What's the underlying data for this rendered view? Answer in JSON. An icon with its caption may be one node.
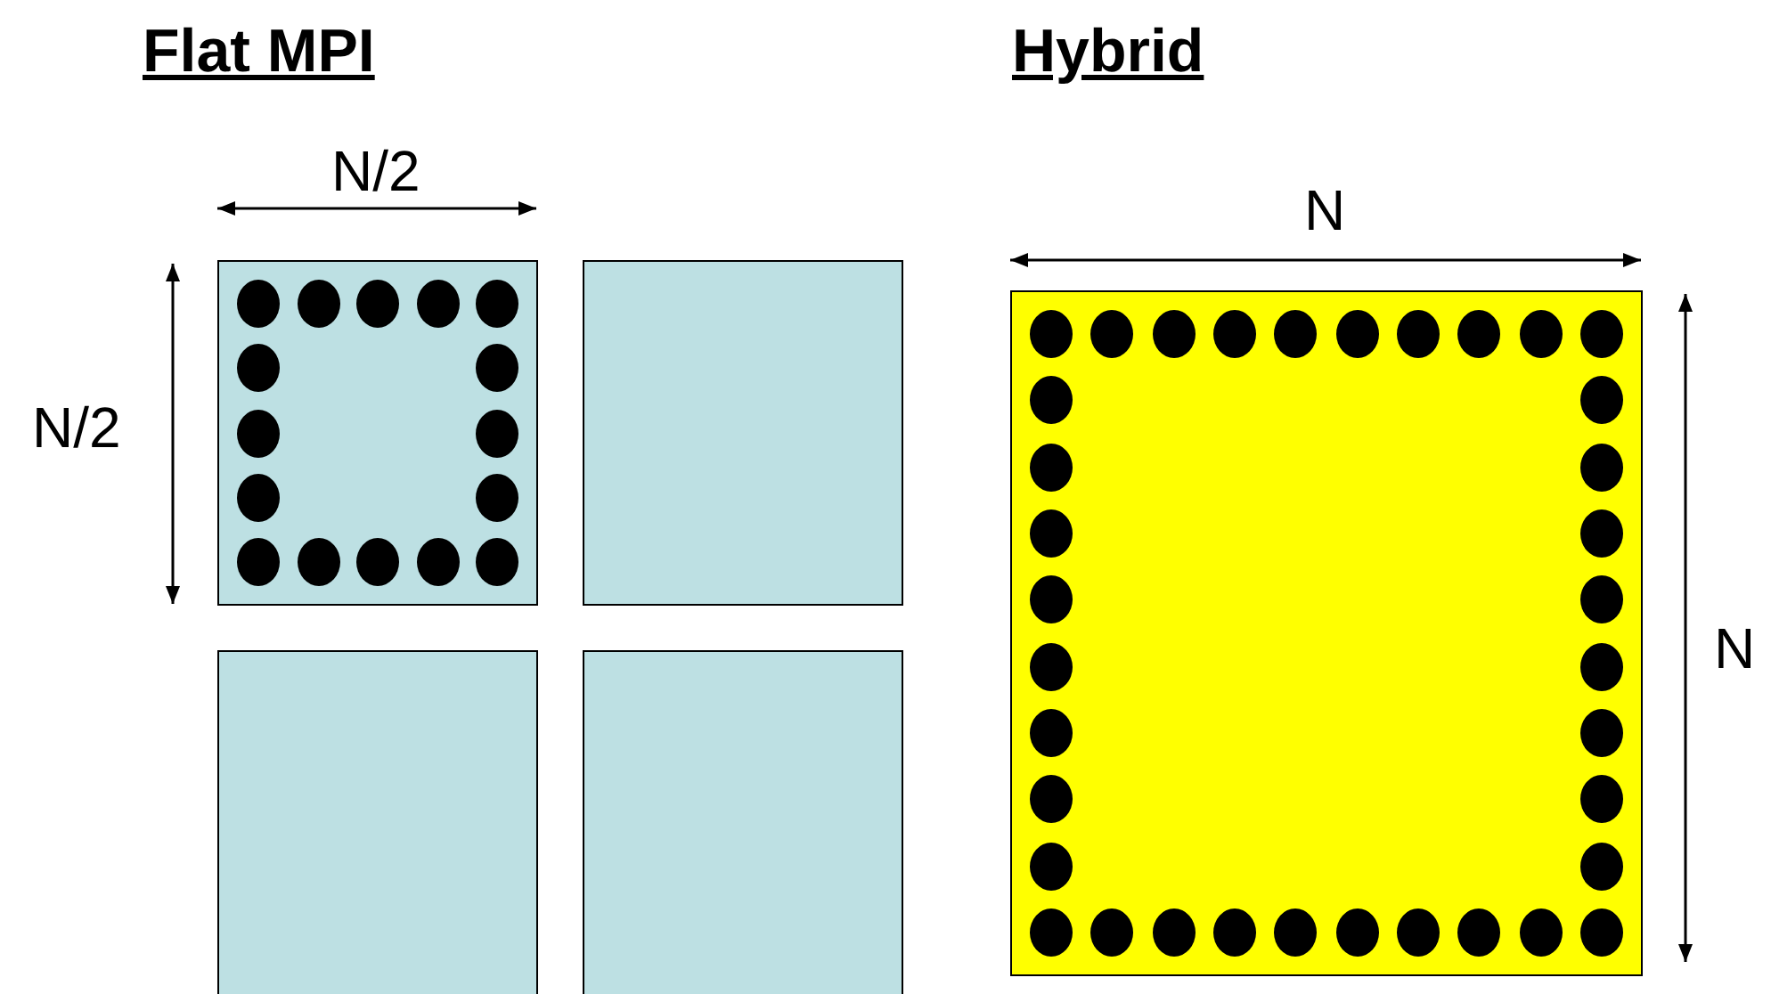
{
  "diagram": {
    "nodes": [
      {
        "text": [],
        "shape": "box"
      },
      {
        "text": [],
        "shape": "box"
      },
      {
        "text": [],
        "shape": "box"
      },
      {
        "text": [],
        "shape": "box"
      },
      {
        "text": [],
        "shape": "box"
      }
    ],
    "labels": [
      "Flat MPI",
      "Hybrid",
      "N/2",
      "N/2",
      "N",
      "N"
    ]
  }
}
